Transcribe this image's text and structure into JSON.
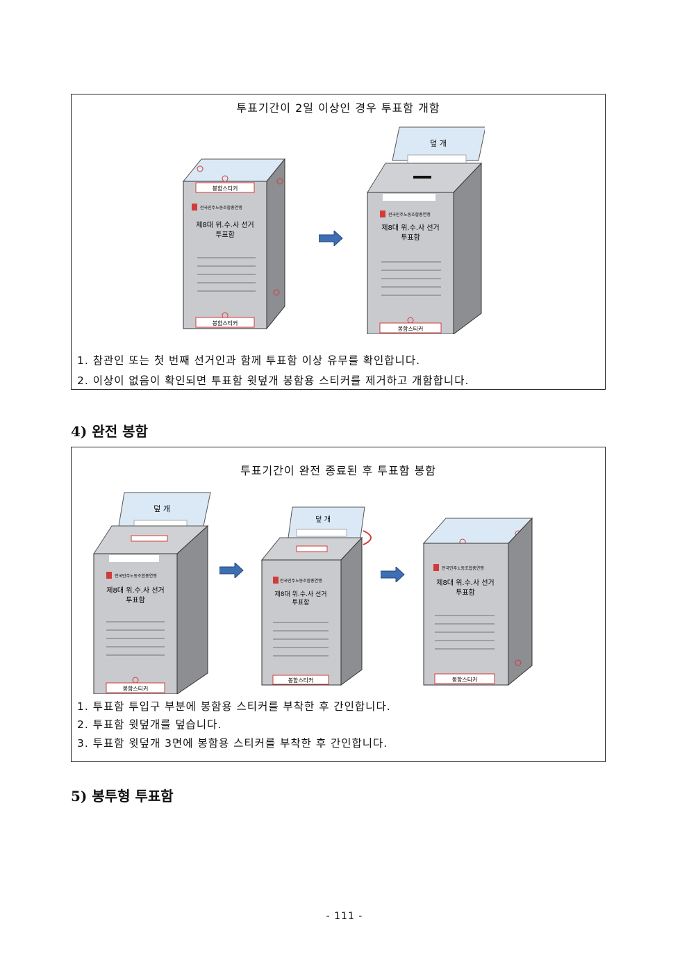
{
  "section1": {
    "title": "투표기간이 2일 이상인 경우 투표함 개함",
    "steps": [
      "1. 참관인 또는 첫 번째 선거인과 함께 투표함 이상 유무를 확인합니다.",
      "2. 이상이 없음이 확인되면 투표함 윗덮개 봉함용 스티커를 제거하고 개함합니다."
    ]
  },
  "section4": {
    "heading": "4) 완전 봉함",
    "title": "투표기간이 완전 종료된 후 투표함 봉함",
    "steps": [
      "1. 투표함 투입구 부분에 봉함용 스티커를 부착한 후 간인합니다.",
      "2. 투표함 윗덮개를 덮습니다.",
      "3. 투표함 윗덮개 3면에 봉함용 스티커를 부착한 후 간인합니다."
    ]
  },
  "section5": {
    "heading": "5) 봉투형 투표함"
  },
  "box": {
    "org": "전국민주노동조합총연맹",
    "title_line1": "제8대 위.수.사 선거",
    "title_line2": "투표함",
    "seal_sticker": "봉함스티커",
    "lid": "덮 개"
  },
  "page_number": "- 111 -",
  "colors": {
    "box_front": "#c9cacd",
    "box_side": "#8d8e92",
    "lid": "#dbe9f6",
    "arrow": "#3e6fb3",
    "seal": "#d33a3a"
  }
}
